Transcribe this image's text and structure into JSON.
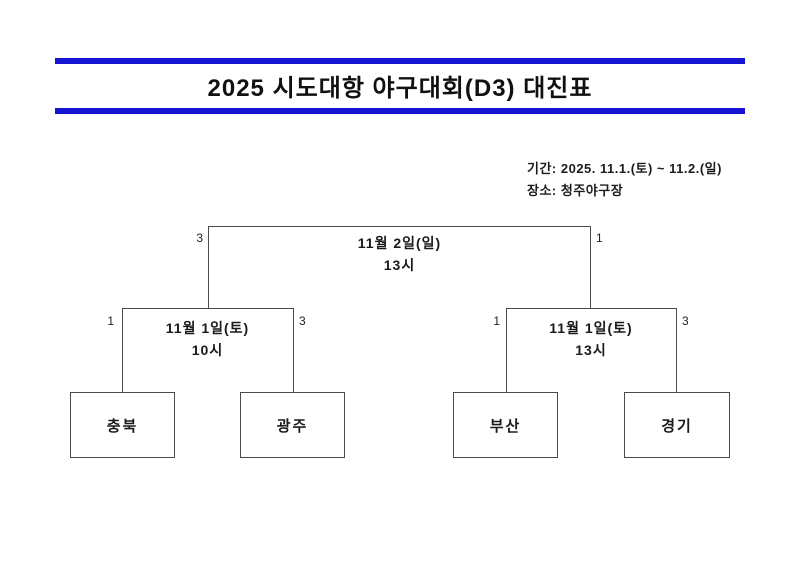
{
  "header": {
    "title": "2025 시도대항 야구대회(D3) 대진표"
  },
  "info": {
    "period": "기간: 2025. 11.1.(토) ~ 11.2.(일)",
    "venue": "장소: 청주야구장"
  },
  "bracket": {
    "final": {
      "date": "11월 2일(일)",
      "time": "13시",
      "left_score": "3",
      "right_score": "1"
    },
    "semifinal_left": {
      "date": "11월 1일(토)",
      "time": "10시",
      "left_score": "1",
      "right_score": "3"
    },
    "semifinal_right": {
      "date": "11월 1일(토)",
      "time": "13시",
      "left_score": "1",
      "right_score": "3"
    },
    "teams": [
      {
        "name": "충북"
      },
      {
        "name": "광주"
      },
      {
        "name": "부산"
      },
      {
        "name": "경기"
      }
    ]
  },
  "colors": {
    "accent_bar": "#1414d2",
    "bracket_line": "#4a4a4a"
  }
}
